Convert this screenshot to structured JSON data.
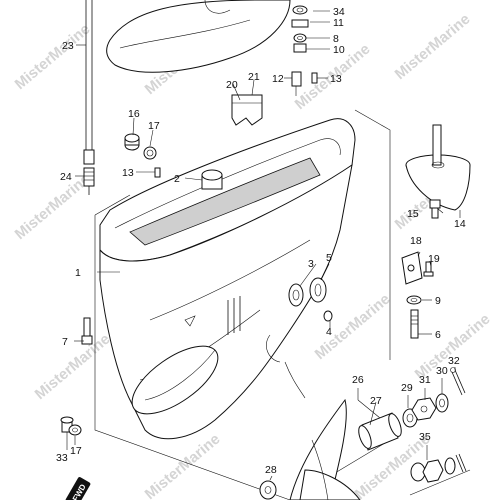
{
  "watermark": "MisterMarine",
  "callouts": {
    "c1": "1",
    "c2": "2",
    "c3": "3",
    "c4": "4",
    "c5": "5",
    "c6": "6",
    "c7": "7",
    "c8": "8",
    "c9": "9",
    "c10": "10",
    "c11": "11",
    "c12": "12",
    "c13a": "13",
    "c13b": "13",
    "c14": "14",
    "c15": "15",
    "c16": "16",
    "c17a": "17",
    "c17b": "17",
    "c18": "18",
    "c19": "19",
    "c20": "20",
    "c21": "21",
    "c23": "23",
    "c24": "24",
    "c26": "26",
    "c27": "27",
    "c28": "28",
    "c29": "29",
    "c30": "30",
    "c31": "31",
    "c32": "32",
    "c33": "33",
    "c34": "34",
    "c35": "35"
  },
  "fwd_badge": "FWD"
}
